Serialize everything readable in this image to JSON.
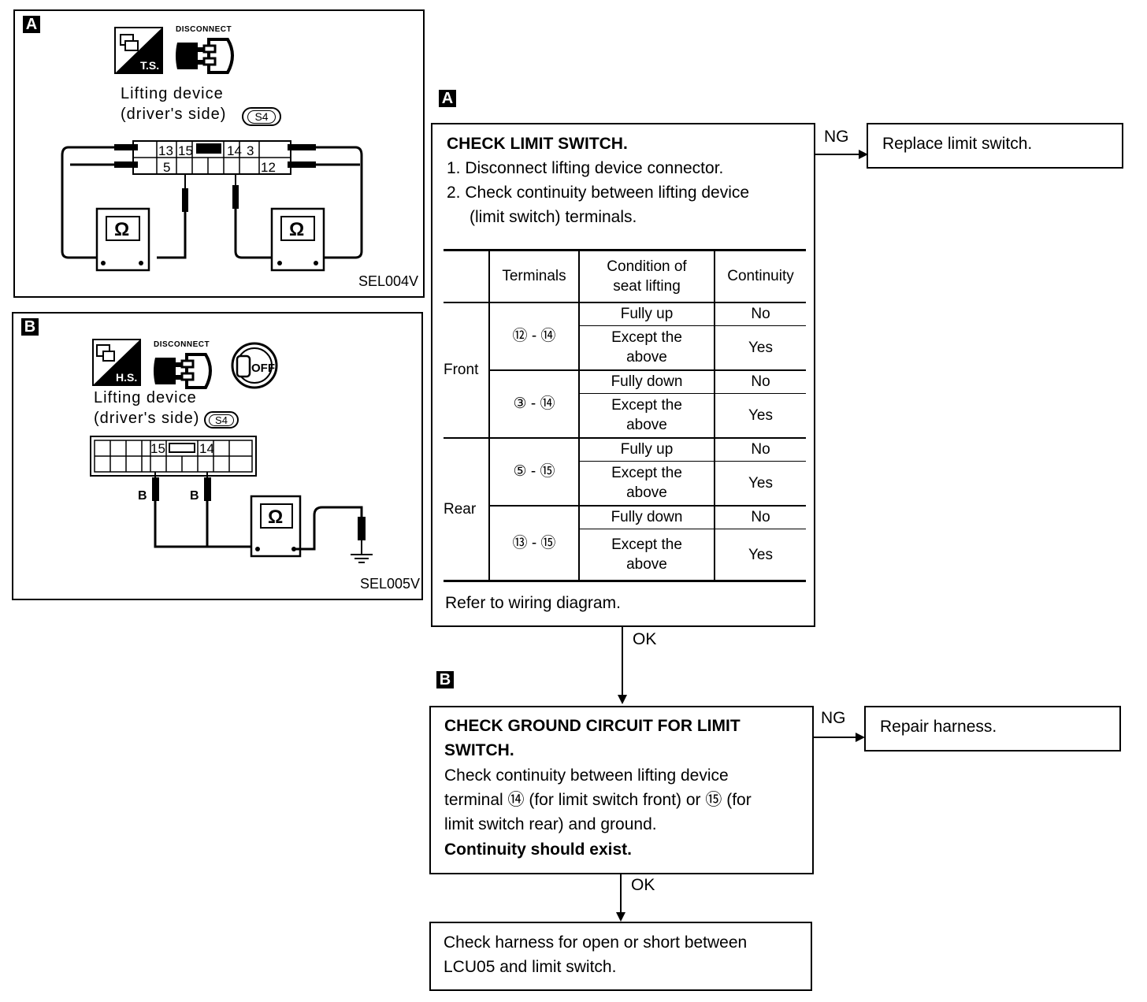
{
  "figA": {
    "tag": "A",
    "label_line1": "Lifting device",
    "label_line2": "(driver's side)",
    "connector_id": "S4",
    "code": "SEL004V",
    "ts_label": "T.S.",
    "disconnect_label": "DISCONNECT",
    "meter_symbol": "Ω",
    "pins_top": [
      "13",
      "15",
      "14",
      "3"
    ],
    "pins_bottom": [
      "5",
      "12"
    ]
  },
  "figB": {
    "tag": "B",
    "label_line1": "Lifting device",
    "label_line2": "(driver's side)",
    "connector_id": "S4",
    "code": "SEL005V",
    "hs_label": "H.S.",
    "disconnect_label": "DISCONNECT",
    "off_label": "OFF",
    "meter_symbol": "Ω",
    "pins": [
      "15",
      "14"
    ],
    "wire_label": "B"
  },
  "flow": {
    "tagA": "A",
    "tagB": "B",
    "step1": {
      "title": "CHECK LIMIT SWITCH.",
      "line1": "1. Disconnect lifting device connector.",
      "line2": "2. Check continuity between lifting device",
      "line3": "(limit switch) terminals.",
      "footer": "Refer to wiring diagram."
    },
    "table": {
      "headers": [
        "Terminals",
        "Condition of seat lifting",
        "Continuity"
      ],
      "groups": [
        "Front",
        "Rear"
      ],
      "terminals": [
        "⑫ - ⑭",
        "③ - ⑭",
        "⑤ - ⑮",
        "⑬ - ⑮"
      ],
      "conditions": [
        "Fully up",
        "Except the above",
        "Fully down",
        "Except the above",
        "Fully up",
        "Except the above",
        "Fully down",
        "Except the above"
      ],
      "continuity": [
        "No",
        "Yes",
        "No",
        "Yes",
        "No",
        "Yes",
        "No",
        "Yes"
      ]
    },
    "ng1": "NG",
    "result1": "Replace limit switch.",
    "ok1": "OK",
    "step2": {
      "title_line1": "CHECK GROUND CIRCUIT FOR LIMIT",
      "title_line2": "SWITCH.",
      "line1": "Check continuity between lifting device",
      "line2": "terminal ⑭ (for limit switch front) or ⑮ (for",
      "line3": "limit switch rear) and ground.",
      "line4": "Continuity should exist."
    },
    "ng2": "NG",
    "result2": "Repair harness.",
    "ok2": "OK",
    "step3": {
      "line1": "Check harness for open or short between",
      "line2": "LCU05 and limit switch."
    }
  }
}
